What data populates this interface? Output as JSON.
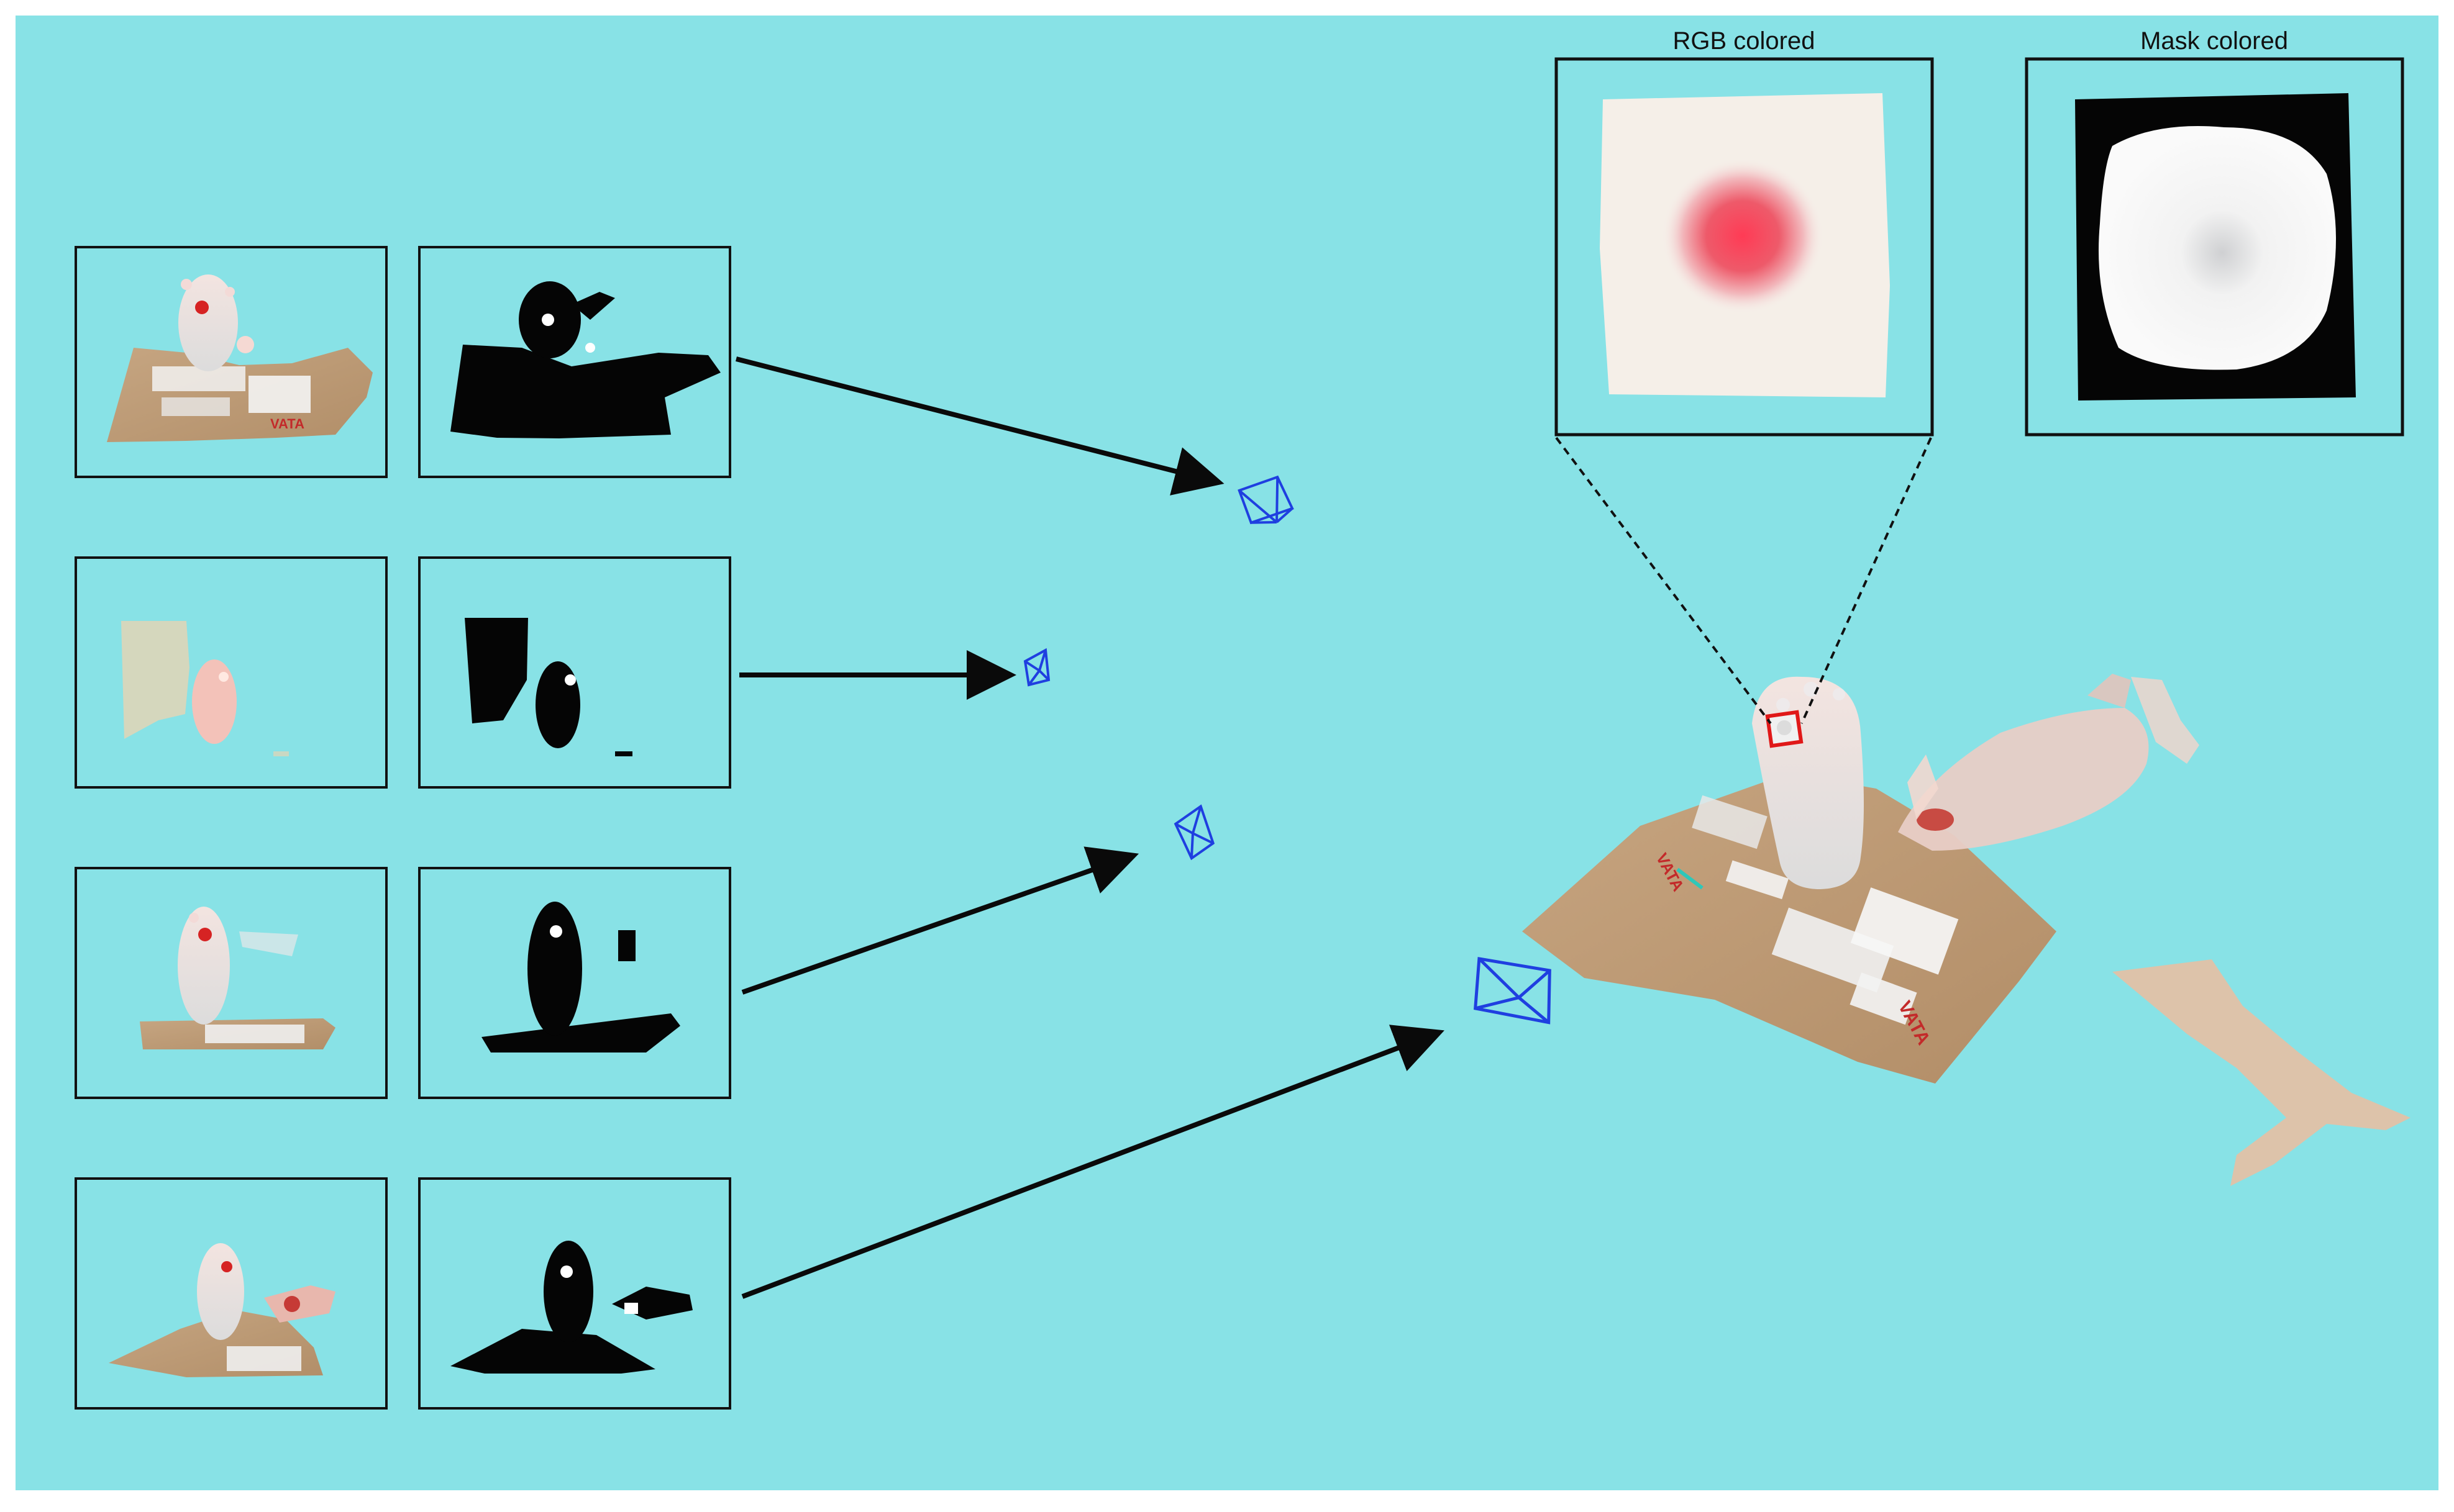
{
  "colors": {
    "background": "#88E2E6",
    "frame_border": "#111111",
    "arrow": "#0a0a0a",
    "camera": "#1f3fe0",
    "highlight_box": "#e01818"
  },
  "figure": {
    "zoom_panels": {
      "rgb_label": "RGB colored",
      "mask_label": "Mask colored"
    },
    "input_rows": [
      {
        "rgb_view": "rgb-frame",
        "mask_view": "mask-frame"
      },
      {
        "rgb_view": "rgb-frame",
        "mask_view": "mask-frame"
      },
      {
        "rgb_view": "rgb-frame",
        "mask_view": "mask-frame"
      },
      {
        "rgb_view": "rgb-frame",
        "mask_view": "mask-frame"
      }
    ],
    "icons": {
      "camera": "camera-frustum-icon",
      "arrow": "arrow-right-icon"
    }
  }
}
